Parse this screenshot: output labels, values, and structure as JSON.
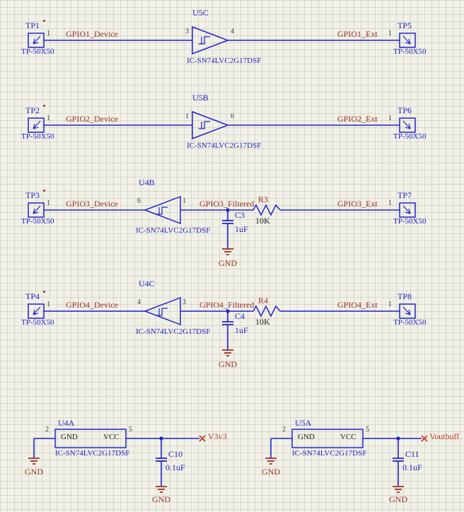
{
  "palette": {
    "wire_blue": "#2323cc",
    "net_label_red": "#9e3123",
    "power_red": "#c0392b",
    "background": "#f1f1e8"
  },
  "rows": [
    {
      "tp_left": {
        "ref": "TP1",
        "pin": "1",
        "footprint": "TP-50X50"
      },
      "net_in": "GPIO1_Device",
      "buffer": {
        "ref": "U5C",
        "pin_left": "3",
        "pin_right": "4",
        "part": "IC-SN74LVC2G17DSF"
      },
      "net_out": "GPIO1_Ext",
      "tp_right": {
        "ref": "TP5",
        "pin": "1",
        "footprint": "TP-50X50"
      }
    },
    {
      "tp_left": {
        "ref": "TP2",
        "pin": "1",
        "footprint": "TP-50X50"
      },
      "net_in": "GPIO2_Device",
      "buffer": {
        "ref": "U5B",
        "pin_left": "1",
        "pin_right": "6",
        "part": "IC-SN74LVC2G17DSF"
      },
      "net_out": "GPIO2_Ext",
      "tp_right": {
        "ref": "TP6",
        "pin": "1",
        "footprint": "TP-50X50"
      }
    },
    {
      "tp_left": {
        "ref": "TP3",
        "pin": "1",
        "footprint": "TP-50X50"
      },
      "net_in": "GPIO3_Device",
      "buffer": {
        "ref": "U4B",
        "pin_left": "6",
        "pin_right": "1",
        "part": "IC-SN74LVC2G17DSF"
      },
      "net_filtered": "GPIO3_Filtered",
      "cap": {
        "ref": "C3",
        "value": "1uF"
      },
      "gnd": "GND",
      "res": {
        "ref": "R3",
        "value": "10K"
      },
      "net_out": "GPIO3_Ext",
      "tp_right": {
        "ref": "TP7",
        "pin": "1",
        "footprint": "TP-50X50"
      }
    },
    {
      "tp_left": {
        "ref": "TP4",
        "pin": "1",
        "footprint": "TP-50X50"
      },
      "net_in": "GPIO4_Device",
      "buffer": {
        "ref": "U4C",
        "pin_left": "4",
        "pin_right": "3",
        "part": "IC-SN74LVC2G17DSF"
      },
      "net_filtered": "GPIO4_Filtered",
      "cap": {
        "ref": "C4",
        "value": "1uF"
      },
      "gnd": "GND",
      "res": {
        "ref": "R4",
        "value": "10K"
      },
      "net_out": "GPIO4_Ext",
      "tp_right": {
        "ref": "TP8",
        "pin": "1",
        "footprint": "TP-50X50"
      }
    }
  ],
  "power_blocks": [
    {
      "ref": "U4A",
      "part": "IC-SN74LVC2G17DSF",
      "pin_gnd_num": "2",
      "pin_vcc_num": "5",
      "pin_gnd_name": "GND",
      "pin_vcc_name": "VCC",
      "gnd_label": "GND",
      "rail_label": "V3v3",
      "cap": {
        "ref": "C10",
        "value": "0.1uF"
      },
      "cap_gnd_label": "GND"
    },
    {
      "ref": "U5A",
      "part": "IC-SN74LVC2G17DSF",
      "pin_gnd_num": "2",
      "pin_vcc_num": "5",
      "pin_gnd_name": "GND",
      "pin_vcc_name": "VCC",
      "gnd_label": "GND",
      "rail_label": "Voutbuff",
      "cap": {
        "ref": "C11",
        "value": "0.1uF"
      },
      "cap_gnd_label": "GND"
    }
  ]
}
